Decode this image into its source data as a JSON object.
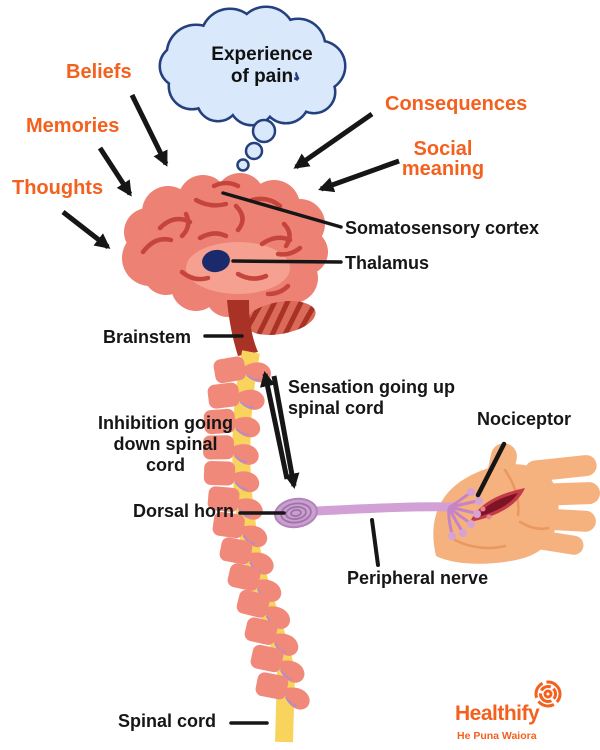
{
  "diagram_title": "Experience of pain",
  "thought_bubble": {
    "line1": "Experience",
    "line2": "of pain"
  },
  "influence_labels": {
    "beliefs": "Beliefs",
    "memories": "Memories",
    "thoughts": "Thoughts",
    "consequences": "Consequences",
    "social_meaning": {
      "line1": "Social",
      "line2": "meaning"
    }
  },
  "anatomy_labels": {
    "somatosensory_cortex": "Somatosensory cortex",
    "thalamus": "Thalamus",
    "brainstem": "Brainstem",
    "dorsal_horn": "Dorsal horn",
    "nociceptor": "Nociceptor",
    "peripheral_nerve": "Peripheral nerve",
    "spinal_cord": "Spinal cord"
  },
  "pathway_labels": {
    "sensation_up": {
      "line1": "Sensation going up",
      "line2": "spinal cord"
    },
    "inhibition_down": {
      "line1": "Inhibition going",
      "line2": "down spinal cord"
    }
  },
  "logo": {
    "name": "Healthify",
    "tagline": "He Puna Waiora"
  },
  "colors": {
    "accent_orange": "#F4601E",
    "label_black": "#161616",
    "bubble_fill": "#D9E9FB",
    "bubble_border": "#24407E",
    "brain_salmon": "#ED8173",
    "brain_fold_red": "#C5453C",
    "brainstem_red": "#A93226",
    "thalamus_navy": "#1B2A6B",
    "vertebra_salmon": "#F0897A",
    "spinal_cord_yellow": "#F8D45C",
    "nerve_purple": "#D2A0D4",
    "hand_skin": "#F5B17E",
    "wound_red": "#7E1326"
  }
}
